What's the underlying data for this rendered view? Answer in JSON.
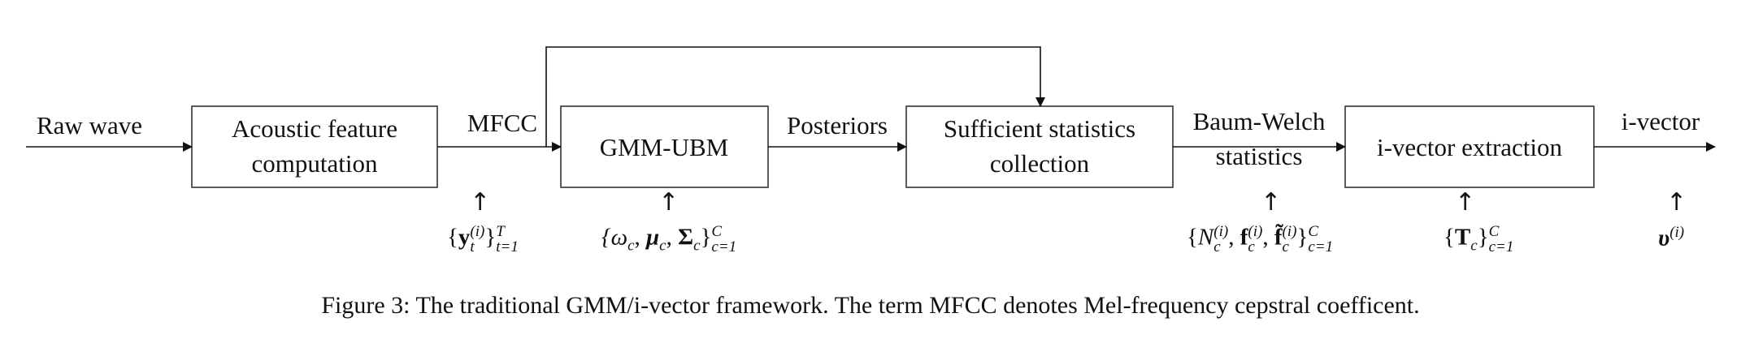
{
  "diagram": {
    "input_label": "Raw wave",
    "boxes": {
      "acoustic": [
        "Acoustic feature",
        "computation"
      ],
      "gmm_ubm": [
        "GMM-UBM"
      ],
      "suff_stats": [
        "Sufficient statistics",
        "collection"
      ],
      "ivector_extraction": [
        "i-vector extraction"
      ]
    },
    "edges": {
      "mfcc": "MFCC",
      "posteriors": "Posteriors",
      "baum_welch": [
        "Baum-Welch",
        "statistics"
      ],
      "output": "i-vector"
    },
    "math": {
      "mfcc_features": {
        "lbrace": "{",
        "symbol": "y",
        "sup": "(i)",
        "sub": "t",
        "rbrace": "}",
        "range_sup": "T",
        "range_sub": "t=1"
      },
      "ubm_params": {
        "text": "{ω",
        "sub1": "c",
        "mu": "μ",
        "sub2": "c",
        "sigma": "Σ",
        "sub3": "c",
        "rbrace": "}",
        "range_sup": "C",
        "range_sub": "c=1"
      },
      "bw_stats": {
        "lbrace": "{",
        "N": "N",
        "f": "f",
        "ft": "f̃",
        "sup": "(i)",
        "sub": "c",
        "rbrace": "}",
        "range_sup": "C",
        "range_sub": "c=1"
      },
      "t_matrix": {
        "lbrace": "{",
        "T": "T",
        "sub": "c",
        "rbrace": "}",
        "range_sup": "C",
        "range_sub": "c=1"
      },
      "ivector": {
        "symbol": "υ",
        "sup": "(i)"
      }
    }
  },
  "caption": "Figure 3: The traditional GMM/i-vector framework. The term MFCC denotes Mel-frequency cepstral coefficent."
}
